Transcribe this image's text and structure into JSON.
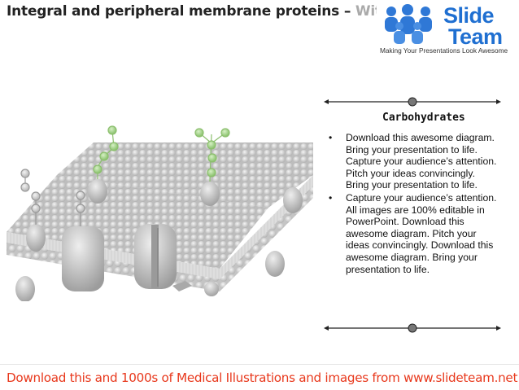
{
  "header": {
    "title": "Integral and peripheral membrane proteins – ",
    "title_cut": "Wit"
  },
  "logo": {
    "brand_line1": "Slide",
    "brand_line2": "Team",
    "tagline": "Making Your Presentations Look Awesome",
    "brand_color": "#1f6fd1"
  },
  "panel": {
    "title": "Carbohydrates",
    "bullets": [
      "Download this awesome diagram. Bring your presentation to life. Capture your audience’s attention. Pitch your ideas convincingly. Bring your presentation to life.",
      "Capture your audience’s attention. All images are 100% editable in PowerPoint. Download this awesome diagram. Pitch your ideas convincingly. Download this awesome diagram. Bring your presentation to life."
    ]
  },
  "footer": {
    "text": "Download this and 1000s of Medical Illustrations and images from www.slideteam.net",
    "color": "#e8381c"
  },
  "colors": {
    "membrane": "#c9c9c9",
    "protein": "#c0c0c0",
    "carbohydrate": "#9ed07f"
  }
}
